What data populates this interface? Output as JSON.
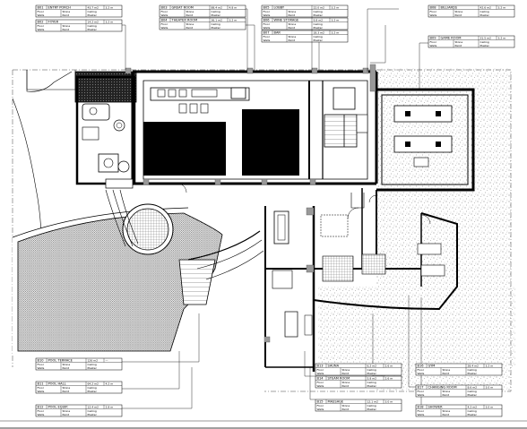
{
  "drawing": {
    "room_tags_top": [
      {
        "code": "B01",
        "name": "ENTRY PORCH",
        "area": "43.7 m2",
        "height": "3.2 m"
      },
      {
        "code": "B02",
        "name": "FOYER",
        "area": "14.2 m2",
        "height": "3.2 m"
      },
      {
        "code": "B03",
        "name": "GREAT ROOM",
        "area": "88.4 m2",
        "height": "4.8 m"
      },
      {
        "code": "B04",
        "name": "THEATER ROOM",
        "area": "36.1 m2",
        "height": "3.2 m"
      },
      {
        "code": "B05",
        "name": "LOBBY",
        "area": "22.0 m2",
        "height": "3.2 m"
      },
      {
        "code": "B06",
        "name": "WINE STORAGE",
        "area": "9.8 m2",
        "height": "3.2 m"
      },
      {
        "code": "B07",
        "name": "BAR",
        "area": "18.3 m2",
        "height": "3.2 m"
      },
      {
        "code": "B08",
        "name": "BILLIARDS",
        "area": "42.6 m2",
        "height": "3.2 m"
      },
      {
        "code": "B09",
        "name": "GAME ROOM",
        "area": "31.5 m2",
        "height": "3.2 m"
      }
    ],
    "room_tags_bottom": [
      {
        "code": "B10",
        "name": "POOL TERRACE",
        "area": "126 m2",
        "height": "—"
      },
      {
        "code": "B11",
        "name": "POOL HALL",
        "area": "64.2 m2",
        "height": "4.2 m"
      },
      {
        "code": "B12",
        "name": "POOL EQUIP.",
        "area": "12.4 m2",
        "height": "2.8 m"
      },
      {
        "code": "B13",
        "name": "SAUNA",
        "area": "6.2 m2",
        "height": "2.6 m"
      },
      {
        "code": "B14",
        "name": "STEAM ROOM",
        "area": "5.8 m2",
        "height": "2.6 m"
      },
      {
        "code": "B15",
        "name": "MASSAGE",
        "area": "12.1 m2",
        "height": "3.0 m"
      },
      {
        "code": "B16",
        "name": "GYM",
        "area": "28.4 m2",
        "height": "3.2 m"
      },
      {
        "code": "B17",
        "name": "CHANGING ROOM",
        "area": "8.6 m2",
        "height": "3.0 m"
      },
      {
        "code": "B18",
        "name": "SHOWER",
        "area": "4.2 m2",
        "height": "3.0 m"
      }
    ],
    "tag_field_labels": [
      "Floor",
      "Walls",
      "Ceiling",
      "Base"
    ],
    "tag_field_values": [
      "Stone",
      "Paint",
      "Plaster",
      "Wood"
    ]
  }
}
